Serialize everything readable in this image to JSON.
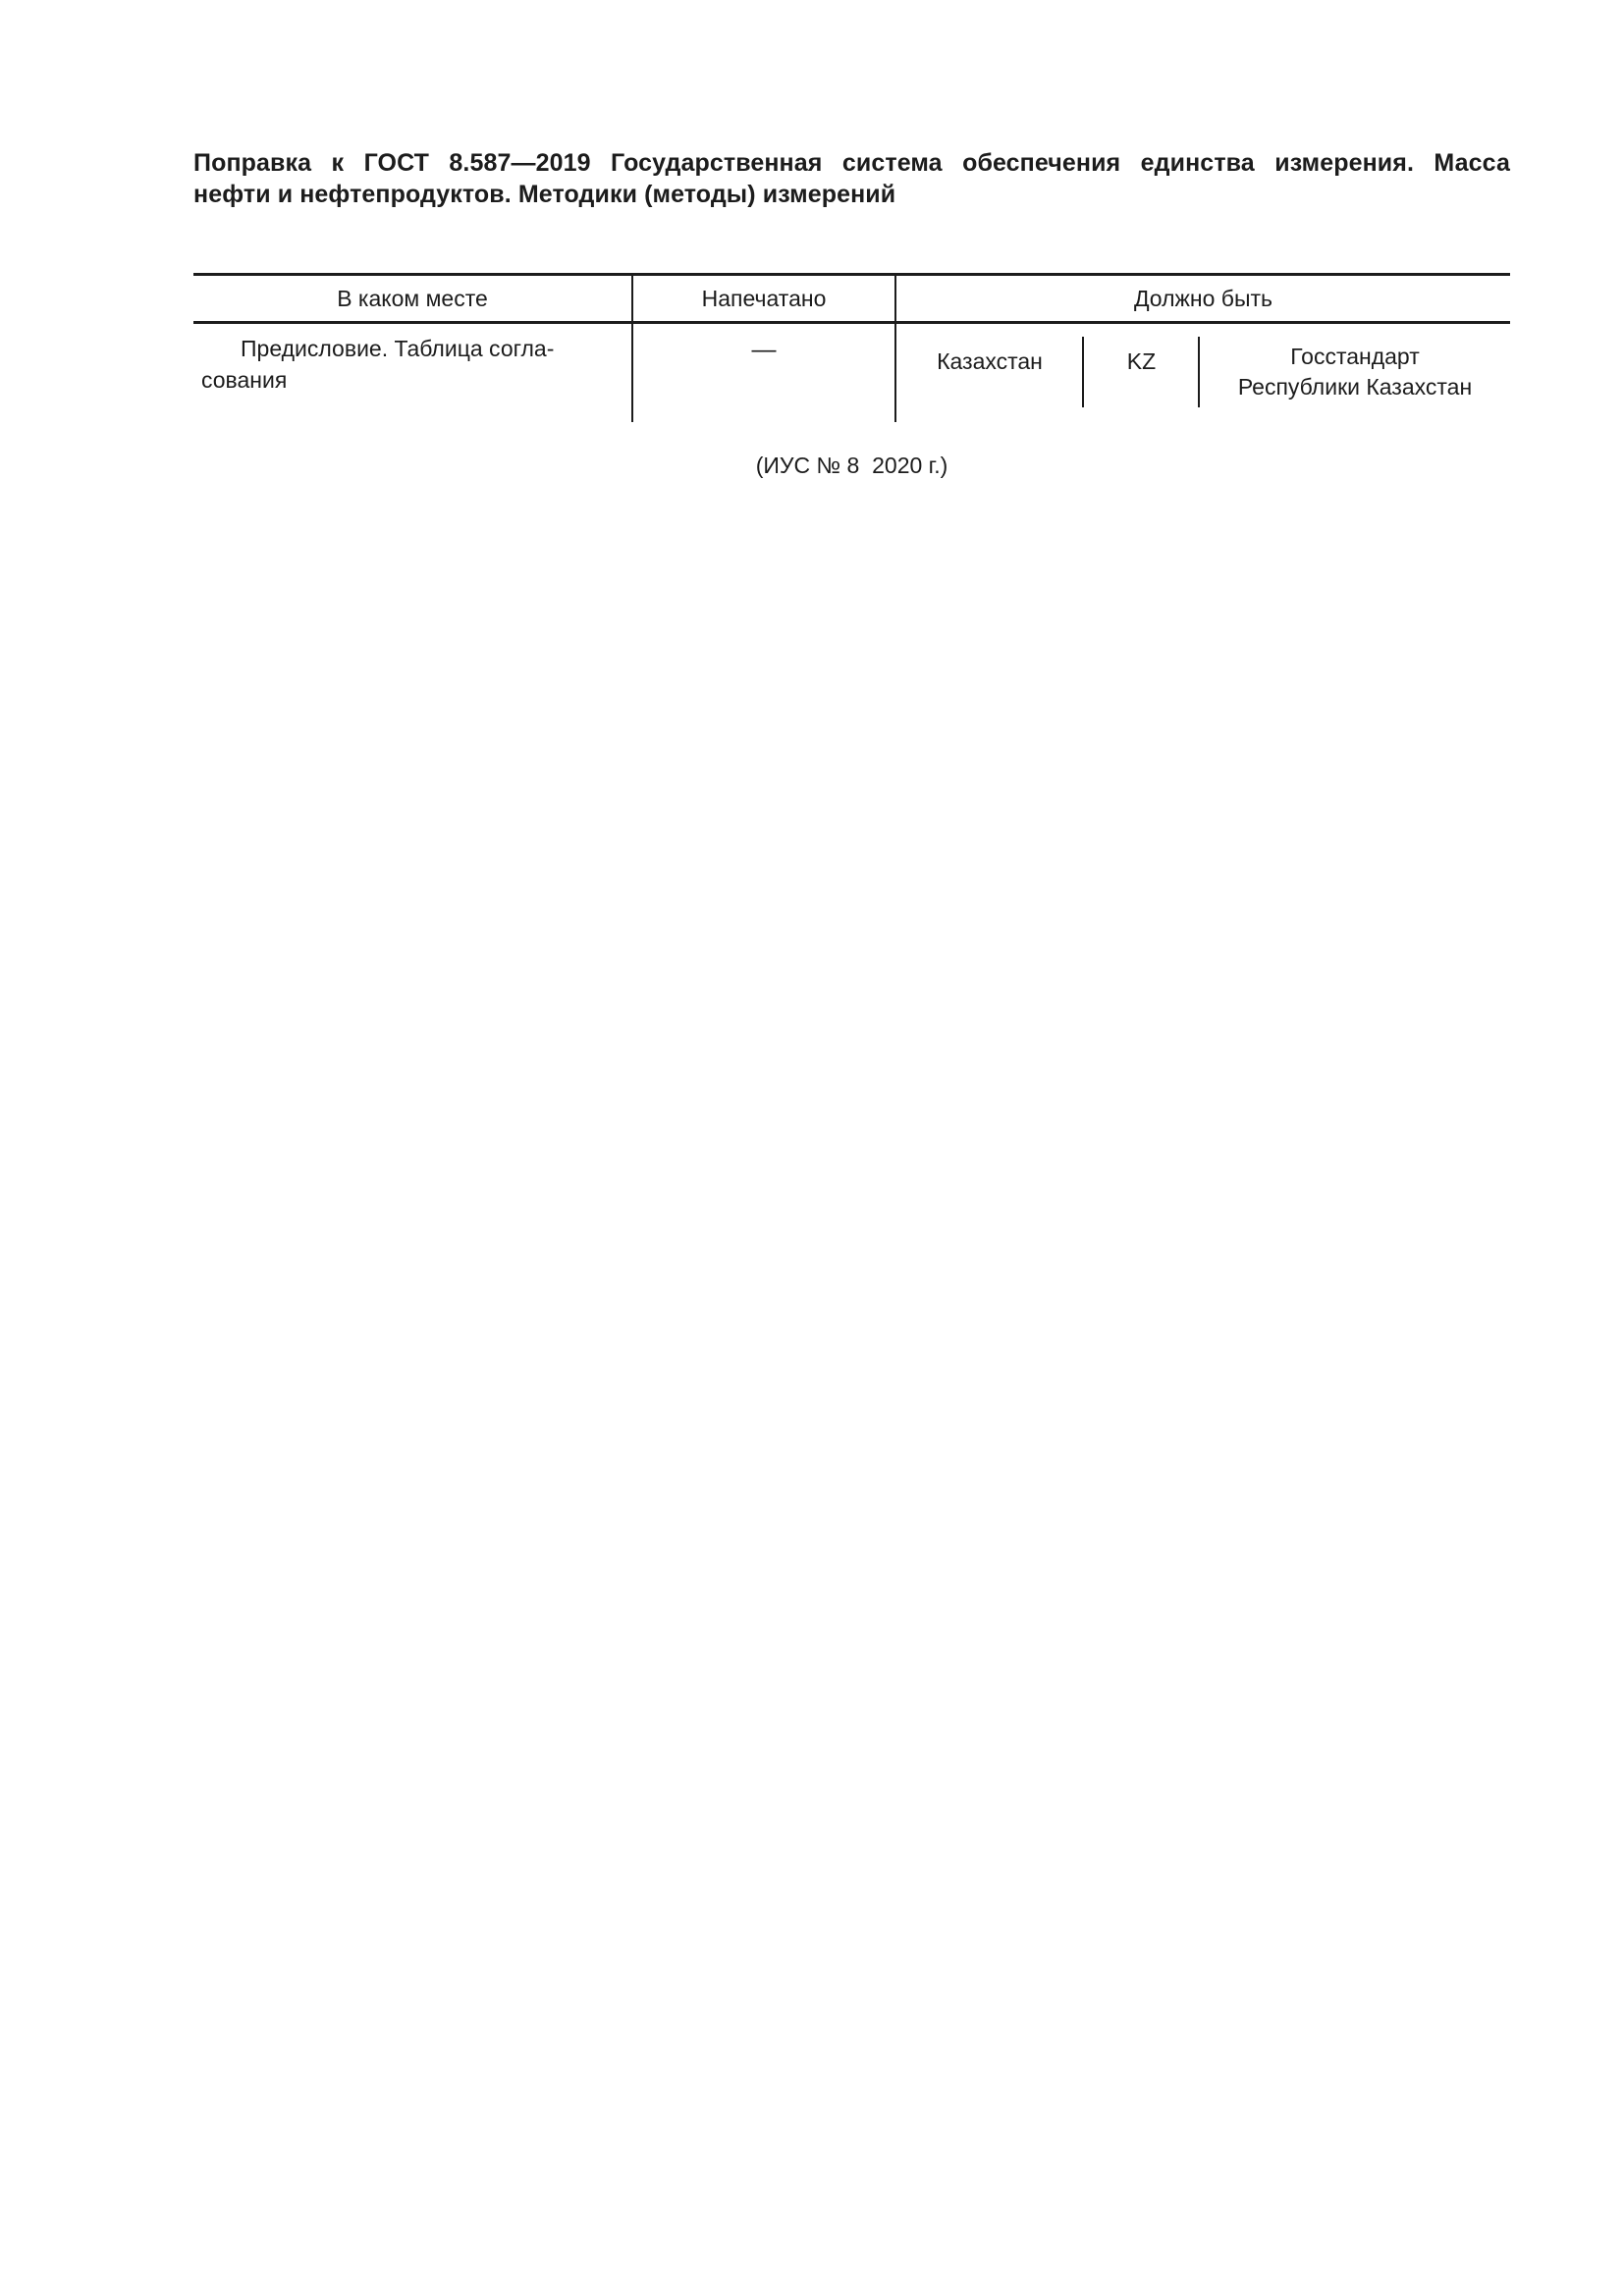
{
  "document": {
    "title_line1": "Поправка к ГОСТ 8.587—2019 Государственная система обеспечения единства измерения. Масса",
    "title_line2": "нефти и нефтепродуктов. Методики (методы) измерений",
    "footer_note": "(ИУС № 8  2020 г.)"
  },
  "table": {
    "headers": [
      {
        "label": "В каком месте"
      },
      {
        "label": "Напечатано"
      },
      {
        "label": "Должно быть"
      }
    ],
    "rows": [
      {
        "location_line1": "Предисловие. Таблица согла-",
        "location_line2": "сования",
        "printed": "—",
        "should_be": {
          "country": "Казахстан",
          "code": "KZ",
          "authority_line1": "Госстандарт",
          "authority_line2": "Республики Казахстан"
        }
      }
    ]
  },
  "colors": {
    "text": "#1c1c1c",
    "line": "#1c1c1c",
    "background": "#ffffff"
  }
}
